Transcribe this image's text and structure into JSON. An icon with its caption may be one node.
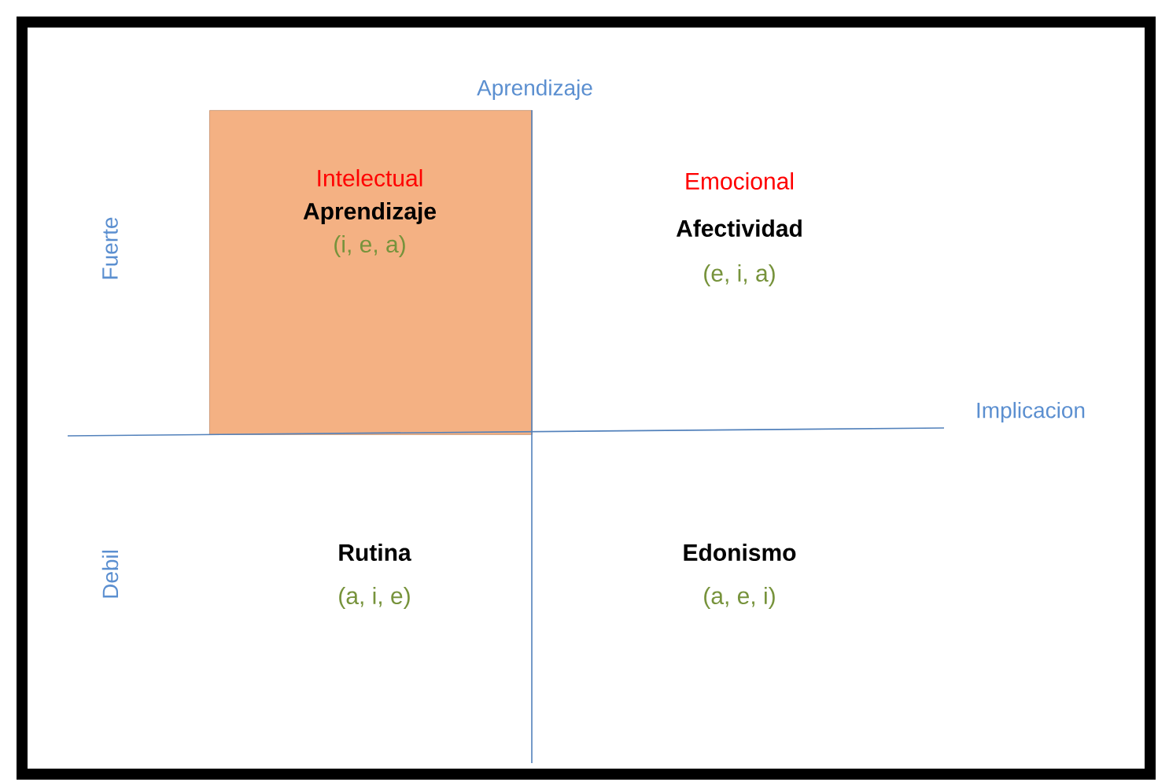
{
  "diagram": {
    "nodes": [
      {
        "text": [
          "Intelectual",
          "Aprendizaje",
          "(i, e, a)"
        ]
      }
    ],
    "labels": [
      "Aprendizaje",
      "Fuerte",
      "Emocional",
      "Afectividad",
      "(e, i, a)",
      "Implicacion",
      "Debil",
      "Rutina",
      "(a, i, e)",
      "Edonismo",
      "(a, e, i)"
    ]
  }
}
